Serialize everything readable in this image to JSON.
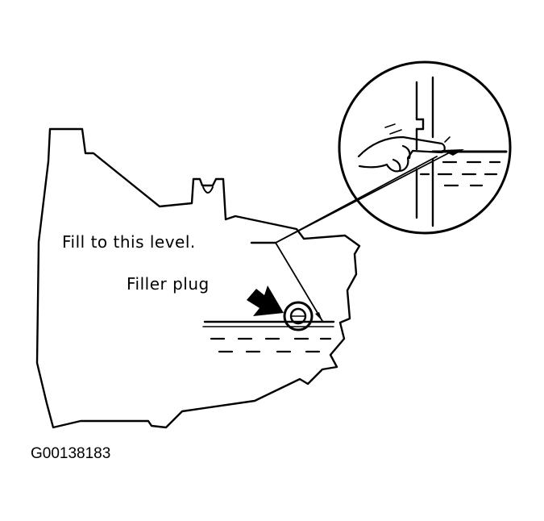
{
  "labels": {
    "fill_level": "Fill to this level.",
    "filler_plug": "Filler plug"
  },
  "figure_id": "G00138183",
  "colors": {
    "ink": "#000000",
    "background": "#ffffff"
  }
}
